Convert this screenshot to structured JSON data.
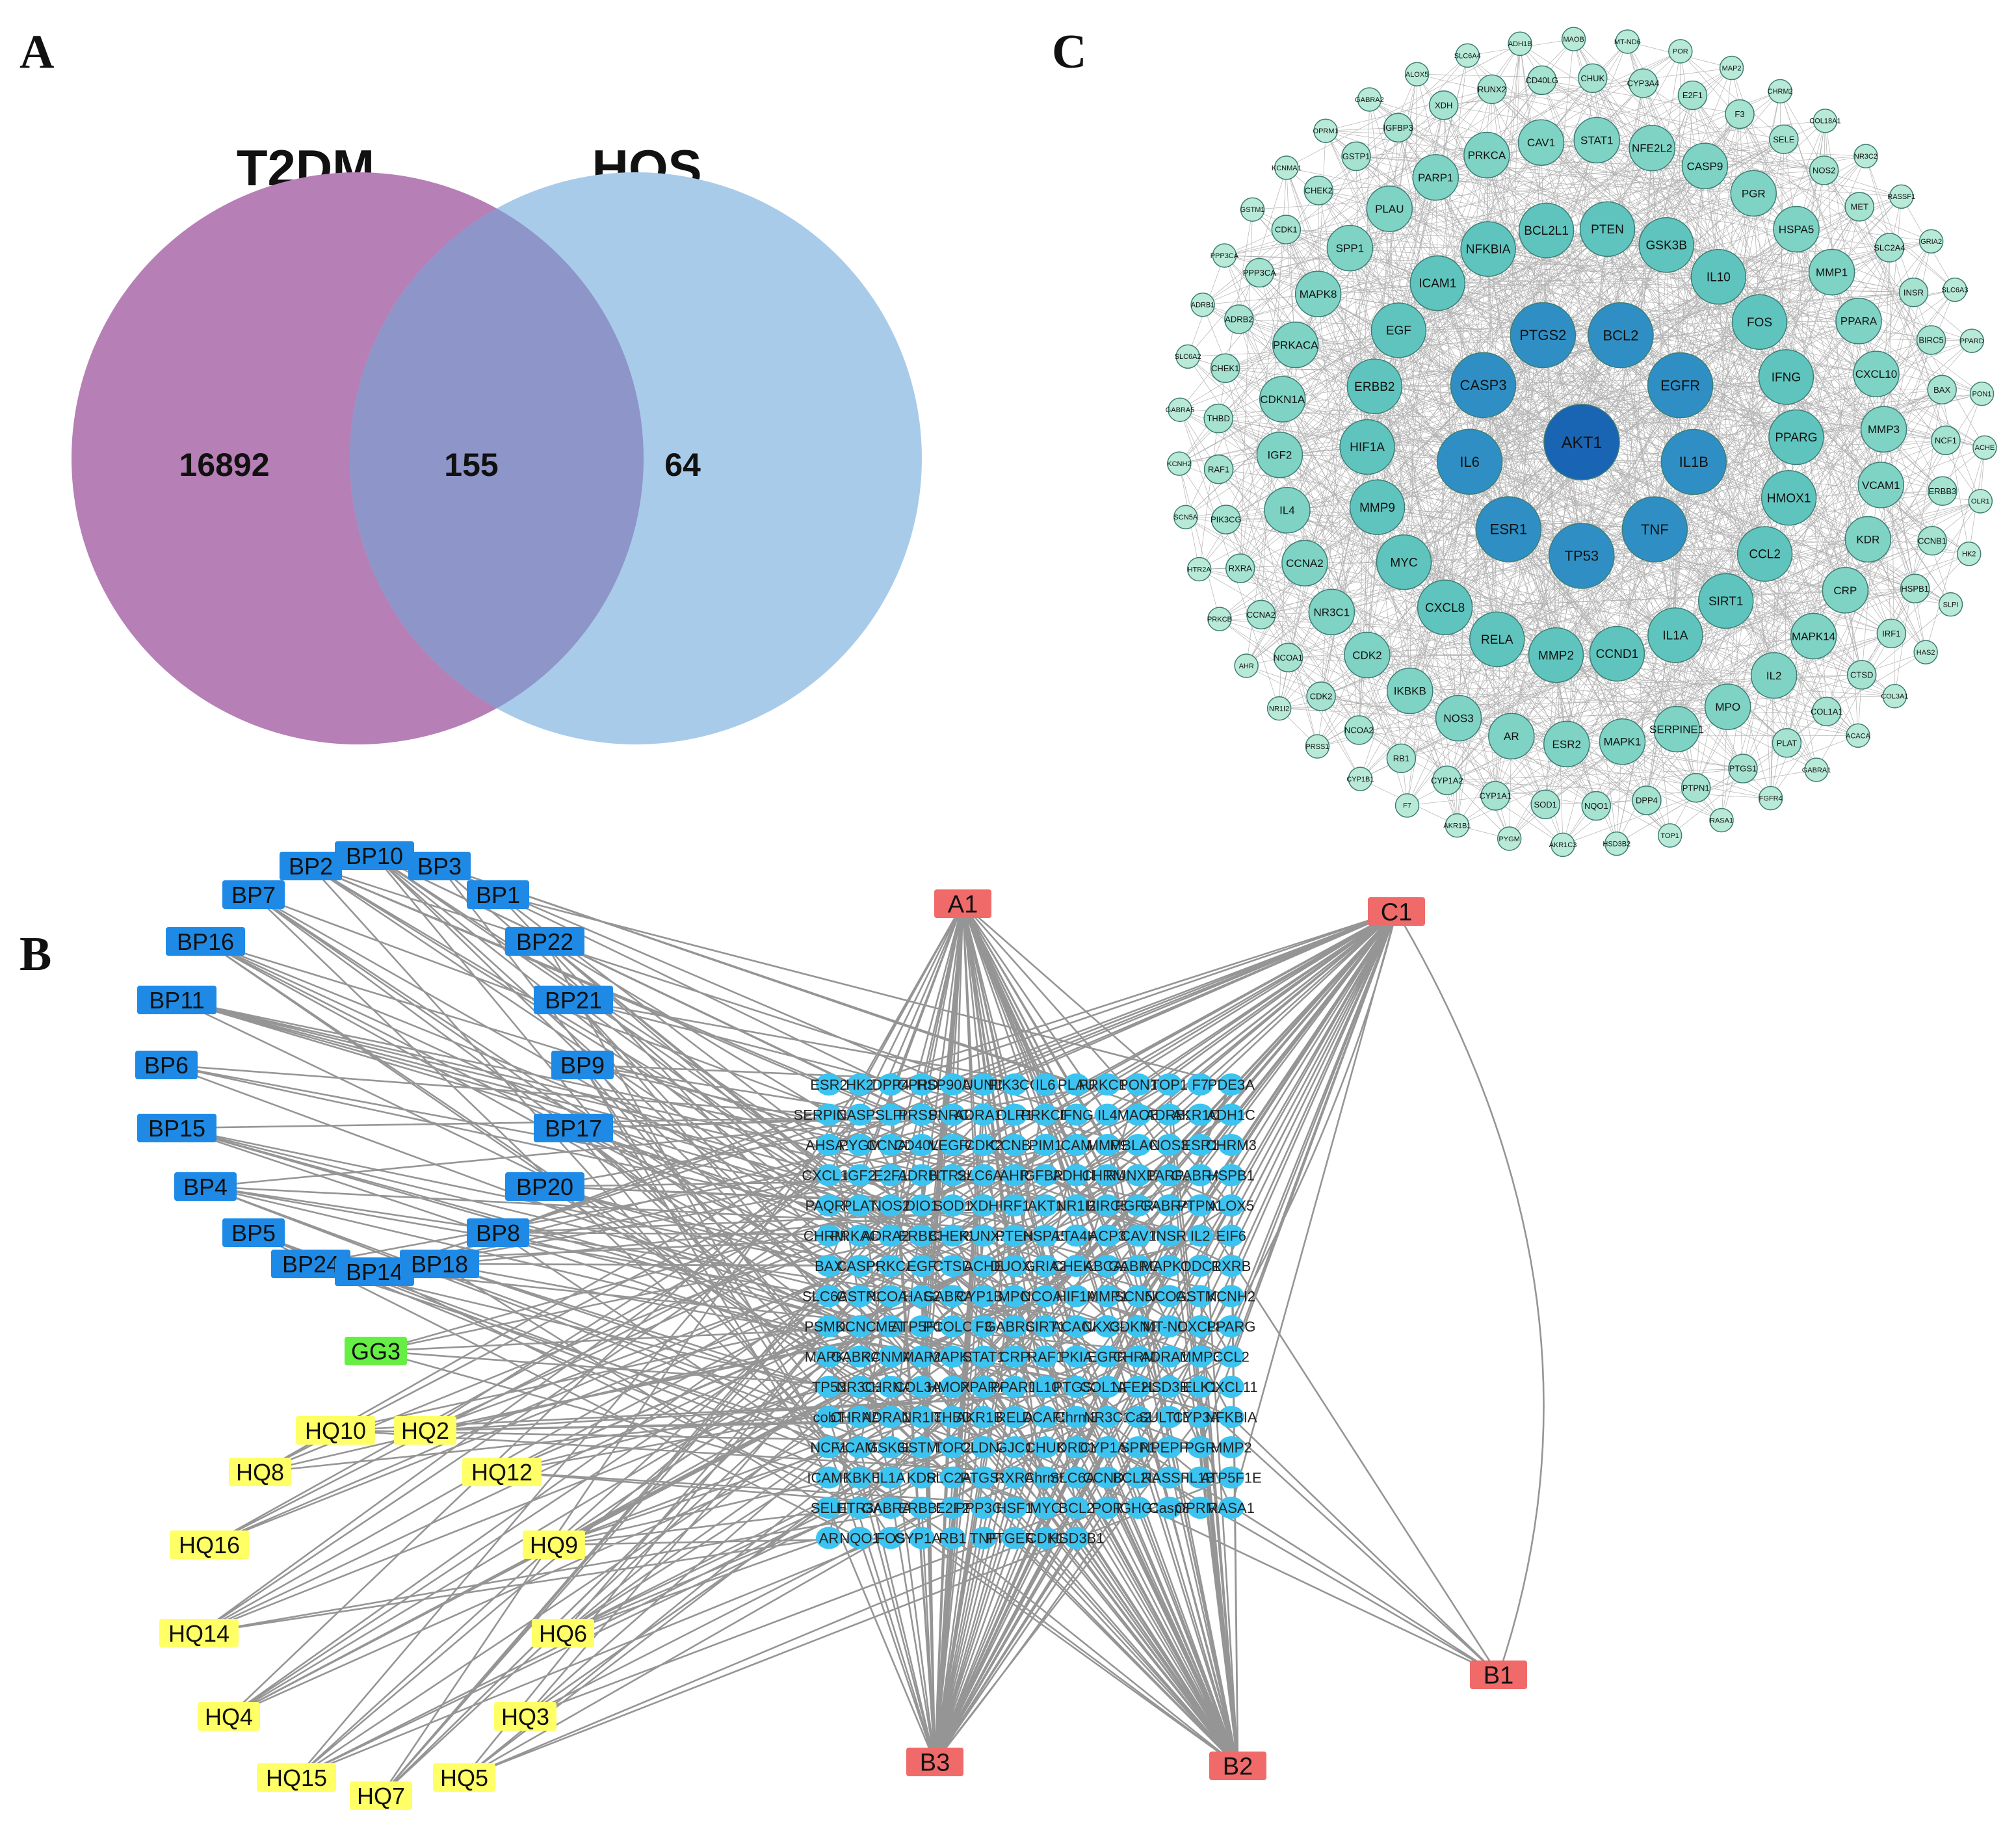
{
  "colors": {
    "venn_left": "#b67fb6",
    "venn_right": "#a9cbea",
    "venn_overlap": "#8e95c9",
    "bp_node": "#1e8ae6",
    "hq_node": "#ffff66",
    "gg_node": "#66ee44",
    "red_node": "#f06a6a",
    "gene_node": "#3cc3f0",
    "edge": "#8a8a8a",
    "ppi_outer": "#b9ead8",
    "ppi_mid": "#5fc4be",
    "ppi_inner": "#2f8fc4",
    "ppi_core": "#1a64b4"
  },
  "panel_a": {
    "letter": "A",
    "left_label": "T2DM",
    "right_label": "HQS",
    "left_only": "16892",
    "overlap": "155",
    "right_only": "64"
  },
  "panel_b": {
    "letter": "B",
    "bp_nodes": [
      "BP2",
      "BP10",
      "BP3",
      "BP7",
      "BP1",
      "BP16",
      "BP22",
      "BP11",
      "BP21",
      "BP6",
      "BP9",
      "BP15",
      "BP17",
      "BP4",
      "BP20",
      "BP5",
      "BP8",
      "BP24",
      "BP14",
      "BP18"
    ],
    "gg_nodes": [
      "GG3"
    ],
    "hq_nodes": [
      "HQ10",
      "HQ2",
      "HQ8",
      "HQ12",
      "HQ16",
      "HQ9",
      "HQ14",
      "HQ6",
      "HQ4",
      "HQ3",
      "HQ15",
      "HQ7",
      "HQ5"
    ],
    "red_nodes": [
      "A1",
      "C1",
      "B1",
      "B3",
      "B2"
    ],
    "gene_rows": [
      [
        "ESR2",
        "HK2",
        "DPP4",
        "OPRD1",
        "HSP90AB1",
        "UUND",
        "PIK3CG",
        "IL6",
        "PLAU",
        "PRKC1A",
        "PON1",
        "TOP1",
        "F7",
        "PDE3A"
      ],
      [
        "SERPINE1",
        "CASP3",
        "SLPI",
        "PRSS1",
        "PNRC2",
        "ADRA1D",
        "OLR1",
        "PRKCB",
        "IFNG",
        "IL4",
        "MAOB",
        "ADRB2",
        "AKR1C3",
        "ADH1C"
      ],
      [
        "AHSA1",
        "PYGM",
        "CCNA2",
        "CD40LG",
        "VEGFA",
        "CDK2",
        "CCNB1",
        "PIM1",
        "CAM",
        "MMP9",
        "MBLAC1",
        "NOS3",
        "ESR1",
        "CHRM3"
      ],
      [
        "CXCL10",
        "IGF2",
        "E2F1",
        "ADRB1",
        "HTR2A",
        "SLC6A3",
        "AHR",
        "IGFBP3",
        "ADH1B",
        "CHRM1",
        "RUNX1T1",
        "PARP1",
        "GABRA3",
        "HSPB1"
      ],
      [
        "PAQR6",
        "PLAT",
        "NOS2",
        "DIO1",
        "SOD1",
        "XDH",
        "IRF1",
        "AKT1",
        "NR1I2",
        "BIRC5",
        "FGFR4",
        "GABRA5",
        "PTPN1",
        "ALOX5"
      ],
      [
        "CHRM2",
        "PRKACA",
        "ADRA2C",
        "ERBB3",
        "CHEK2",
        "RUNX2",
        "PTEN",
        "HSPA5",
        "LTA4H",
        "ACP3",
        "CAV1",
        "INSR",
        "IL2",
        "EIF6"
      ],
      [
        "BAX",
        "CASP9",
        "PRKCA",
        "EGF",
        "CTSD",
        "ACHE",
        "DUOX2",
        "GRIA2",
        "CHEK1",
        "ABCA2",
        "GABRG3",
        "MAPK14",
        "ODC1",
        "RXRB"
      ],
      [
        "SLC6A4",
        "GSTP1",
        "NCOA1",
        "HAS2",
        "GABRA1",
        "CYP1B1",
        "MPO",
        "NCOA7",
        "HIF1A",
        "MMP1",
        "SCN5A",
        "NCOA2",
        "GSTM2",
        "KCNH2"
      ],
      [
        "PSMD3",
        "KCNC2",
        "MET",
        "ATP5F1B",
        "PCOLCE",
        "F3",
        "GABRG2",
        "SIRT1",
        "ACACA",
        "NKX3-1",
        "CDKN1A",
        "MT-ND6",
        "CXCL8",
        "PPARG"
      ],
      [
        "MAPK1",
        "GABRA6",
        "KCNMA1",
        "MAP2",
        "MAPK8",
        "STAT1",
        "CRP",
        "RAF1",
        "PKIA",
        "EGFR",
        "CHRM4",
        "ADRA1B",
        "MMP3",
        "CCL2"
      ],
      [
        "TP53",
        "NR3C2",
        "CHRNA7",
        "COL3A1",
        "HMOX1",
        "PPARA",
        "PPARD",
        "IL10",
        "PTGS2",
        "COL1A1",
        "NFE2L2",
        "HSD3B2",
        "ELK1",
        "CXCL11"
      ],
      [
        "cobT",
        "CHRNA2",
        "ADRA1A",
        "NR1I3",
        "THBD",
        "AKR1B1",
        "RELA",
        "DCAF5",
        "Chrm3",
        "NR3C1",
        "Ca2",
        "SULT1E1",
        "CYP3A4",
        "NFKBIA"
      ],
      [
        "NCF1",
        "VCAM1",
        "GSK3B",
        "GSTM1",
        "TOP2",
        "CLDN4",
        "GJC1",
        "CHUK",
        "DRD1",
        "CYP1A1",
        "SPP1",
        "NPEPPS",
        "PGR",
        "MMP2"
      ],
      [
        "ICAM1",
        "IKBKB",
        "IL1A",
        "KDR",
        "SLC2A4",
        "PTGS1",
        "RXRA",
        "Chrm5",
        "SLC6A2",
        "CCND1",
        "BCL2L1",
        "RASSF1",
        "IL1B",
        "ATP5F1E"
      ],
      [
        "SELE",
        "HTR3A",
        "GABRA2",
        "ERBB2",
        "E2F2",
        "PPP3CA",
        "HSF1",
        "MYC",
        "BCL2",
        "POR",
        "IGHG1",
        "Casp8",
        "OPRM1",
        "RASA1"
      ],
      [
        "AR",
        "NQO1",
        "FOS",
        "CYP1A2",
        "RB1",
        "TNF",
        "PTGER3",
        "CDK1",
        "HSD3B1"
      ]
    ]
  },
  "panel_c": {
    "letter": "C",
    "core": [
      "AKT1"
    ],
    "ring1": [
      "BCL2",
      "EGFR",
      "IL1B",
      "TNF",
      "TP53",
      "ESR1",
      "IL6",
      "CASP3",
      "PTGS2"
    ],
    "ring2": [
      "PTEN",
      "GSK3B",
      "IL10",
      "FOS",
      "IFNG",
      "PPARG",
      "HMOX1",
      "CCL2",
      "SIRT1",
      "IL1A",
      "CCND1",
      "MMP2",
      "RELA",
      "CXCL8",
      "MYC",
      "MMP9",
      "HIF1A",
      "ERBB2",
      "EGF",
      "ICAM1",
      "NFKBIA",
      "BCL2L1"
    ],
    "ring3": [
      "STAT1",
      "NFE2L2",
      "CASP9",
      "PGR",
      "HSPA5",
      "MMP1",
      "PPARA",
      "CXCL10",
      "MMP3",
      "VCAM1",
      "KDR",
      "CRP",
      "MAPK14",
      "IL2",
      "MPO",
      "SERPINE1",
      "MAPK1",
      "ESR2",
      "AR",
      "NOS3",
      "IKBKB",
      "CDK2",
      "NR3C1",
      "CCNA2",
      "IL4",
      "IGF2",
      "CDKN1A",
      "PRKACA",
      "MAPK8",
      "SPP1",
      "PLAU",
      "PARP1",
      "PRKCA",
      "CAV1"
    ],
    "ring4": [
      "MAOB",
      "MT-ND6",
      "POR",
      "MAP2",
      "CHRM2",
      "COL18A1",
      "NR3C2",
      "RASSF1",
      "GRIA2",
      "SLC6A3",
      "PPARD",
      "PON1",
      "ACHE",
      "OLR1",
      "HK2",
      "SLPI",
      "HAS2",
      "COL3A1",
      "ACACA",
      "GABRA1",
      "FGFR4",
      "RASA1",
      "TOP1",
      "HSD3B2",
      "AKR1C3",
      "PYGM",
      "AKR1B1",
      "F7",
      "CYP1B1",
      "PRSS1",
      "NR1I2",
      "AHR",
      "PRKCB",
      "HTR2A",
      "SCN5A",
      "KCNH2",
      "GABRA5",
      "SLC6A2",
      "ADRB1",
      "PPP3CA",
      "GSTM1",
      "KCNMA1",
      "OPRM1",
      "GABRA2",
      "ALOX5",
      "SLC6A4",
      "ADH1B"
    ],
    "ring5": [
      "CHUK",
      "CYP3A4",
      "E2F1",
      "F3",
      "SELE",
      "NOS2",
      "MET",
      "SLC2A4",
      "INSR",
      "BIRC5",
      "BAX",
      "NCF1",
      "ERBB3",
      "CCNB1",
      "HSPB1",
      "IRF1",
      "CTSD",
      "COL1A1",
      "PLAT",
      "PTGS1",
      "PTPN1",
      "DPP4",
      "NQO1",
      "SOD1",
      "CYP1A1",
      "CYP1A2",
      "RB1",
      "NCOA2",
      "CDK2",
      "NCOA1",
      "CCNA2",
      "RXRA",
      "PIK3CG",
      "RAF1",
      "THBD",
      "CHEK1",
      "ADRB2",
      "PPP3CA",
      "CDK1",
      "CHEK2",
      "GSTP1",
      "IGFBP3",
      "XDH",
      "RUNX2",
      "CD40LG"
    ]
  }
}
